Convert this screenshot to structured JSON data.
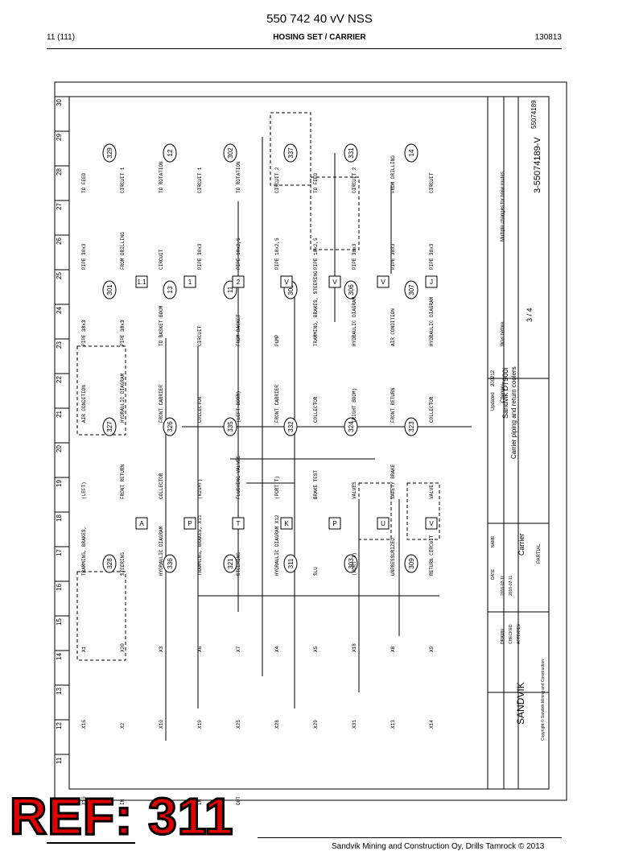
{
  "header": {
    "doc_code": "550 742 40 vV NSS",
    "page": "11 (111)",
    "title": "HOSING SET / CARRIER",
    "date": "130813"
  },
  "ref_stamp": "REF: 311",
  "footer": {
    "company": "Sandvik Mining and Construction Oy, Drills Tamrock © 2013"
  },
  "frame": {
    "ticks_top": [
      "30",
      "29",
      "28",
      "27",
      "26",
      "25",
      "24",
      "23",
      "22",
      "21",
      "20",
      "19",
      "18",
      "17",
      "16",
      "15",
      "14",
      "13",
      "12",
      "11"
    ]
  },
  "callouts": [
    "329",
    "12",
    "302",
    "337",
    "331",
    "14",
    "301",
    "13",
    "11",
    "308",
    "306",
    "307",
    "327",
    "326",
    "335",
    "332",
    "324",
    "323",
    "328",
    "336",
    "321",
    "311",
    "303",
    "309"
  ],
  "boxed_labels": [
    "1.1",
    "1",
    "2",
    "V",
    "V",
    "V",
    "J",
    "A",
    "P",
    "T",
    "K",
    "P",
    "U",
    "V"
  ],
  "annotations": [
    "TO FEED",
    "CIRCUIT 1",
    "TO ROTATION",
    "CIRCUIT 1",
    "TO ROTATION",
    "CIRCUIT 2",
    "TO FEED",
    "CIRCUIT 2",
    "FROM DRILLING",
    "CIRCUIT",
    "PIPE 30x3",
    "FROM DRILLING",
    "CIRCUIT",
    "PIPE 30x3",
    "PIPE 18x2,5",
    "PIPE 18x2,5",
    "PIPE 18x2,5",
    "PIPE 38x3",
    "PIPE 38x3",
    "PIPE 38x3",
    "PIPE 38x3",
    "PIPE 38x3",
    "TO BASKET BOOM",
    "CIRCUIT",
    "FROM BASKET",
    "PUMP",
    "TRAMMING, BRAKES, STEERING",
    "HYDRAULIC DIAGRAM",
    "AIR CONDITION",
    "HYDRAULIC DIAGRAM",
    "AIR CONDITION",
    "HYDRAULIC DIAGRAM",
    "FRONT CARRIER",
    "COLLECTOR",
    "(LEFT BOOM)",
    "FRONT CARRIER",
    "COLLECTOR",
    "(RIGHT BOOM)",
    "FRONT RETURN",
    "COLLECTOR",
    "(LEFT)",
    "FRONT RETURN",
    "COLLECTOR",
    "(RIGHT)",
    "FLUSHING VALVES",
    "(PORT T)",
    "BRAKE TEST",
    "VALVES",
    "SAFETY BRAKE",
    "VALVE",
    "TRAMMING, BRAKES,",
    "STEERING",
    "HYDRAULIC DIAGRAM",
    "TRAMMING, BRAKES, X11",
    "STEERING",
    "HYDRAULIC DIAGRAM X12",
    "SLU",
    "(PORT T)",
    "UNPRESSURIZED",
    "RETURN CIRCUIT",
    "X1",
    "X20",
    "X3",
    "X6",
    "X7",
    "X4",
    "X5",
    "X18",
    "X8",
    "X9",
    "X16",
    "X2",
    "X10",
    "X19",
    "X25",
    "X28",
    "X29",
    "X31",
    "X13",
    "X14",
    "X15",
    "IN",
    "OUT",
    "IN",
    "OUT"
  ],
  "title_block": {
    "logo": "SANDVIK",
    "copyright": "Copyright © Sandvik Mining and Construction",
    "product": "Sandvik DT900i",
    "drawing_title": "Carrier piping and return coolers",
    "sheet": "3 / 4",
    "drawing_no": "3-55074189-V",
    "sub_no": "55074189",
    "revision_note": "Multiple changes for hose routes.",
    "was_before": "Was before",
    "date_rev": "200212",
    "group": "Carrier",
    "state": "PARTIAL",
    "change_label": "Change/",
    "updated_label": "Updated",
    "row_labels": [
      "DRAWN",
      "CHECKED",
      "APPR/REV"
    ],
    "row_dates": [
      "2016-02-11",
      "2016-02-11"
    ],
    "name_label": "NAME",
    "date_label": "DATE"
  },
  "colors": {
    "line": "#000000",
    "ref_red": "#e00000"
  }
}
